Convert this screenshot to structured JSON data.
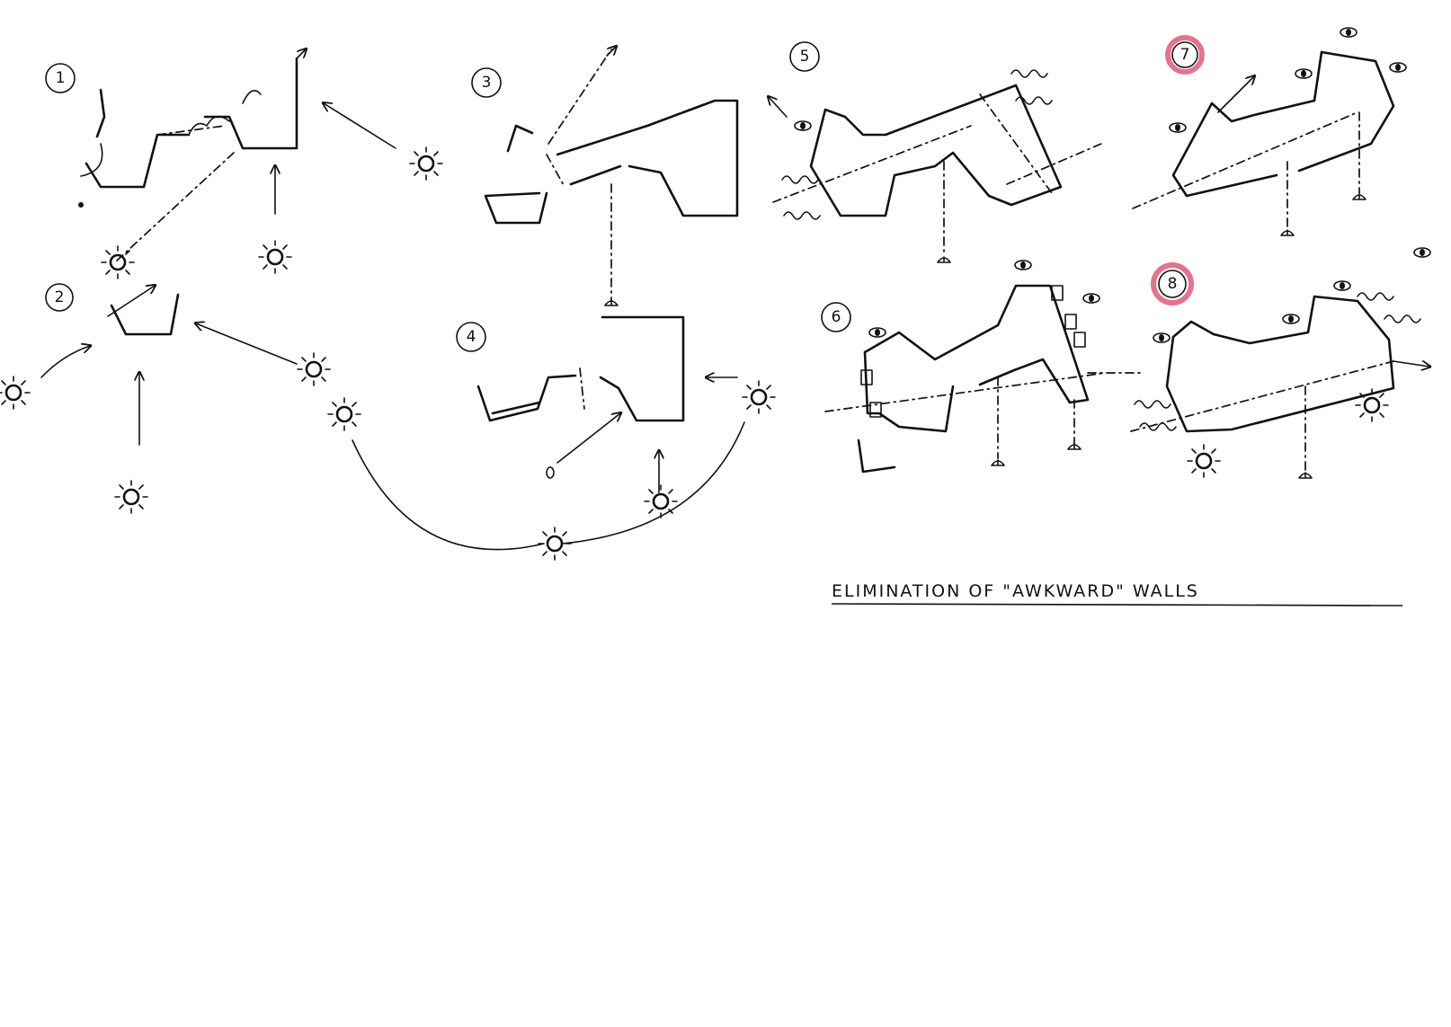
{
  "caption": "ELIMINATION OF \"AWKWARD\" WALLS",
  "step_labels": [
    "1",
    "2",
    "3",
    "4",
    "5",
    "6",
    "7",
    "8"
  ],
  "highlighted_steps": [
    "7",
    "8"
  ],
  "colors": {
    "ink": "#111111",
    "highlight": "#e05a7a",
    "paper": "#ffffff"
  },
  "icons": [
    "sun-icon",
    "eye-icon",
    "plant-icon",
    "wind-icon",
    "arrow-icon"
  ]
}
